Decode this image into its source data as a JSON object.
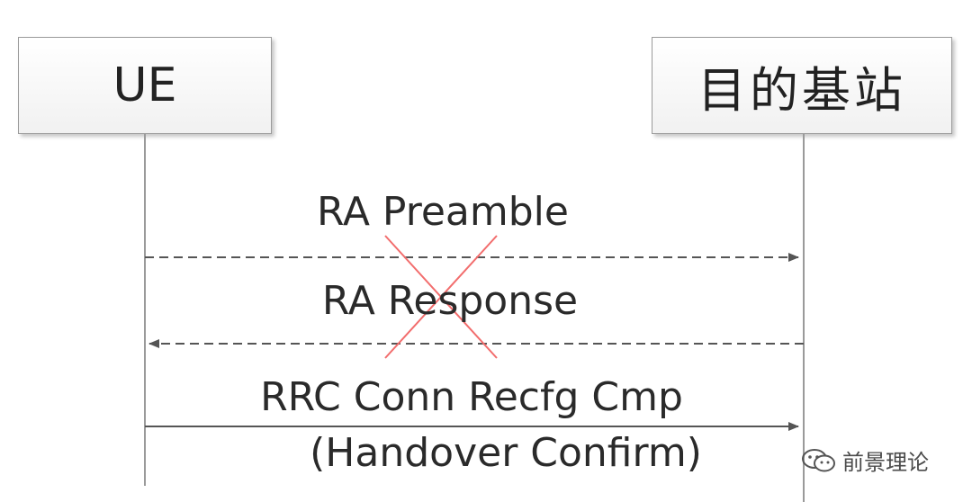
{
  "actors": {
    "left": "UE",
    "right": "目的基站"
  },
  "messages": [
    {
      "label": "RA Preamble",
      "direction": "to-right",
      "line": "dashed",
      "status": "failed"
    },
    {
      "label": "RA Response",
      "direction": "to-left",
      "line": "dashed",
      "status": "failed"
    },
    {
      "label": "RRC Conn Recfg Cmp",
      "sub_label": "(Handover Confirm)",
      "direction": "to-right",
      "line": "solid",
      "status": "ok"
    }
  ],
  "colors": {
    "lifeline": "#9a9a9a",
    "arrow": "#555555",
    "cross": "#f26d6d",
    "text": "#2a2a2a"
  },
  "watermark": {
    "icon": "wechat-icon",
    "text": "前景理论"
  }
}
